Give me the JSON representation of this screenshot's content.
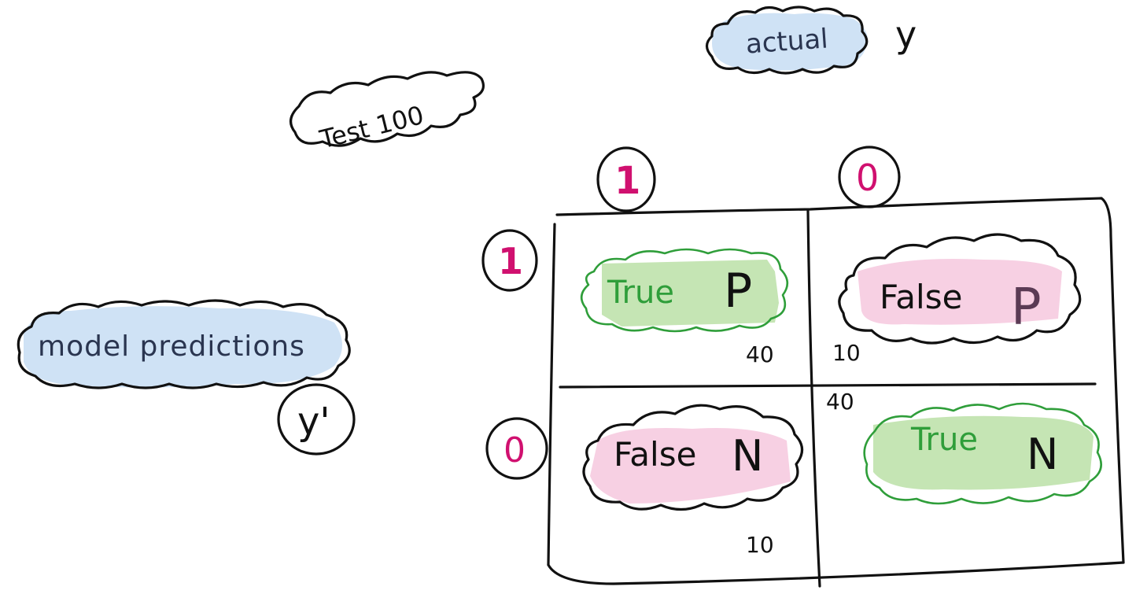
{
  "labels": {
    "actual": "actual",
    "actual_var": "y",
    "test": "Test 100",
    "model_predictions": "model predictions",
    "predicted_var": "y'",
    "col_positive": "1",
    "col_negative": "0",
    "row_positive": "1",
    "row_negative": "0"
  },
  "cells": {
    "tp": {
      "word": "True",
      "letter": "P",
      "count": "40"
    },
    "fp": {
      "word": "False",
      "letter": "P",
      "count": "10"
    },
    "fn": {
      "word": "False",
      "letter": "N",
      "count": "10"
    },
    "tn": {
      "word": "True",
      "letter": "N",
      "count": "40"
    }
  },
  "colors": {
    "blue_highlight": "#cfe2f5",
    "green_highlight": "#c5e5b4",
    "pink_highlight": "#f7d0e3",
    "magenta_ink": "#d0106f",
    "green_ink": "#2f9e3a"
  }
}
